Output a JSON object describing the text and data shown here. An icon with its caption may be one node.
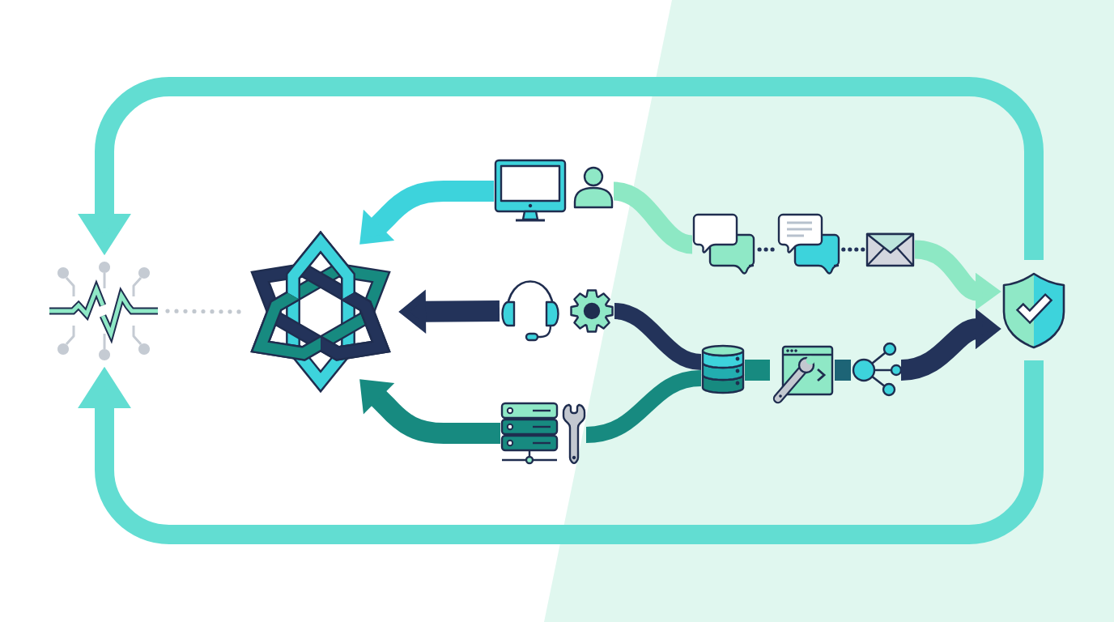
{
  "diagram": {
    "nodes": [
      {
        "text": [],
        "shape": "picture"
      },
      {
        "text": [],
        "shape": "picture"
      },
      {
        "text": [],
        "shape": "picture"
      },
      {
        "text": [],
        "shape": "picture"
      },
      {
        "text": [],
        "shape": "picture"
      },
      {
        "text": [],
        "shape": "picture"
      },
      {
        "text": [],
        "shape": "picture"
      },
      {
        "text": [],
        "shape": "picture"
      },
      {
        "text": [],
        "shape": "picture"
      },
      {
        "text": [],
        "shape": "picture"
      },
      {
        "text": [],
        "shape": "picture"
      },
      {
        "text": [],
        "shape": "picture"
      },
      {
        "text": [],
        "shape": "picture"
      },
      {
        "text": [],
        "shape": "picture"
      },
      {
        "text": [],
        "shape": "picture"
      }
    ],
    "edges": [
      {
        "from": 0,
        "to": 1,
        "arrow": "none",
        "style": "dashed",
        "color": "#c2c8cf"
      },
      {
        "from": 2,
        "to": 1,
        "arrow": "to",
        "color": "#3dd3dc"
      },
      {
        "from": 4,
        "to": 1,
        "arrow": "to",
        "color": "#23335a"
      },
      {
        "from": 6,
        "to": 1,
        "arrow": "to",
        "color": "#178a80"
      },
      {
        "from": 3,
        "to": 8,
        "arrow": "none",
        "color": "#8de8c4"
      },
      {
        "from": 8,
        "to": 9,
        "arrow": "none",
        "style": "dashed",
        "color": "#23335a"
      },
      {
        "from": 9,
        "to": 10,
        "arrow": "none",
        "style": "dashed",
        "color": "#23335a"
      },
      {
        "from": 10,
        "to": 14,
        "arrow": "to",
        "color": "#8de8c4"
      },
      {
        "from": 5,
        "to": 11,
        "arrow": "none",
        "color": "#23335a"
      },
      {
        "from": 7,
        "to": 11,
        "arrow": "none",
        "color": "#178a80"
      },
      {
        "from": 11,
        "to": 12,
        "arrow": "none",
        "color": "#178a80"
      },
      {
        "from": 12,
        "to": 13,
        "arrow": "none",
        "color": "#1d6476"
      },
      {
        "from": 13,
        "to": 14,
        "arrow": "to",
        "color": "#23335a"
      },
      {
        "from": 14,
        "to": 0,
        "arrow": "to",
        "color": "#62ddd2"
      },
      {
        "from": 14,
        "to": 0,
        "arrow": "to",
        "color": "#62ddd2"
      }
    ]
  }
}
